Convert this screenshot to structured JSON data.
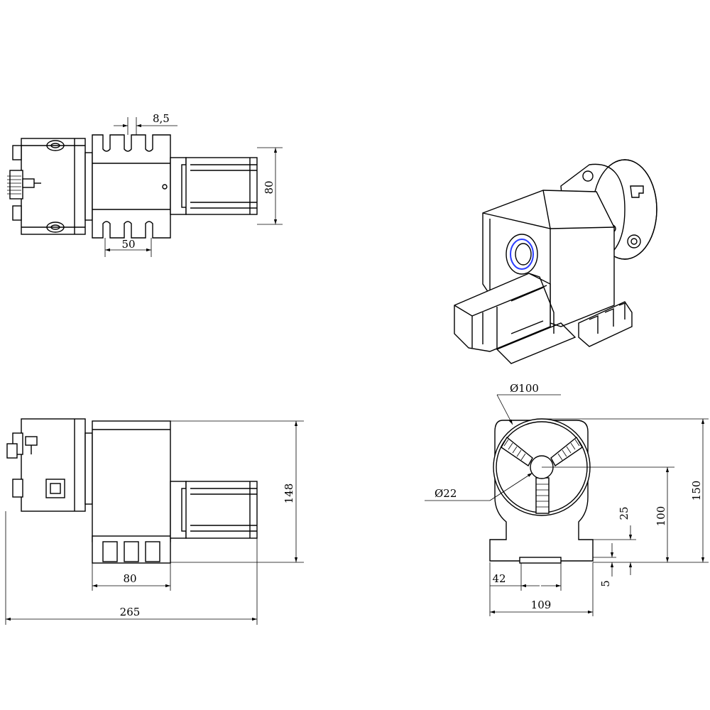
{
  "colors": {
    "line": "#000000",
    "background": "#ffffff",
    "accent": "#2a3cff"
  },
  "dimensions": {
    "top_slot_pitch": "8,5",
    "top_body_height": "80",
    "top_base_width": "50",
    "side_height": "148",
    "side_base_width": "80",
    "overall_length": "265",
    "chuck_diameter": "Ø100",
    "bore_diameter": "Ø22",
    "overall_height": "150",
    "center_height": "100",
    "base_height": "25",
    "slot_depth": "5",
    "slot_width": "42",
    "base_width": "109"
  }
}
